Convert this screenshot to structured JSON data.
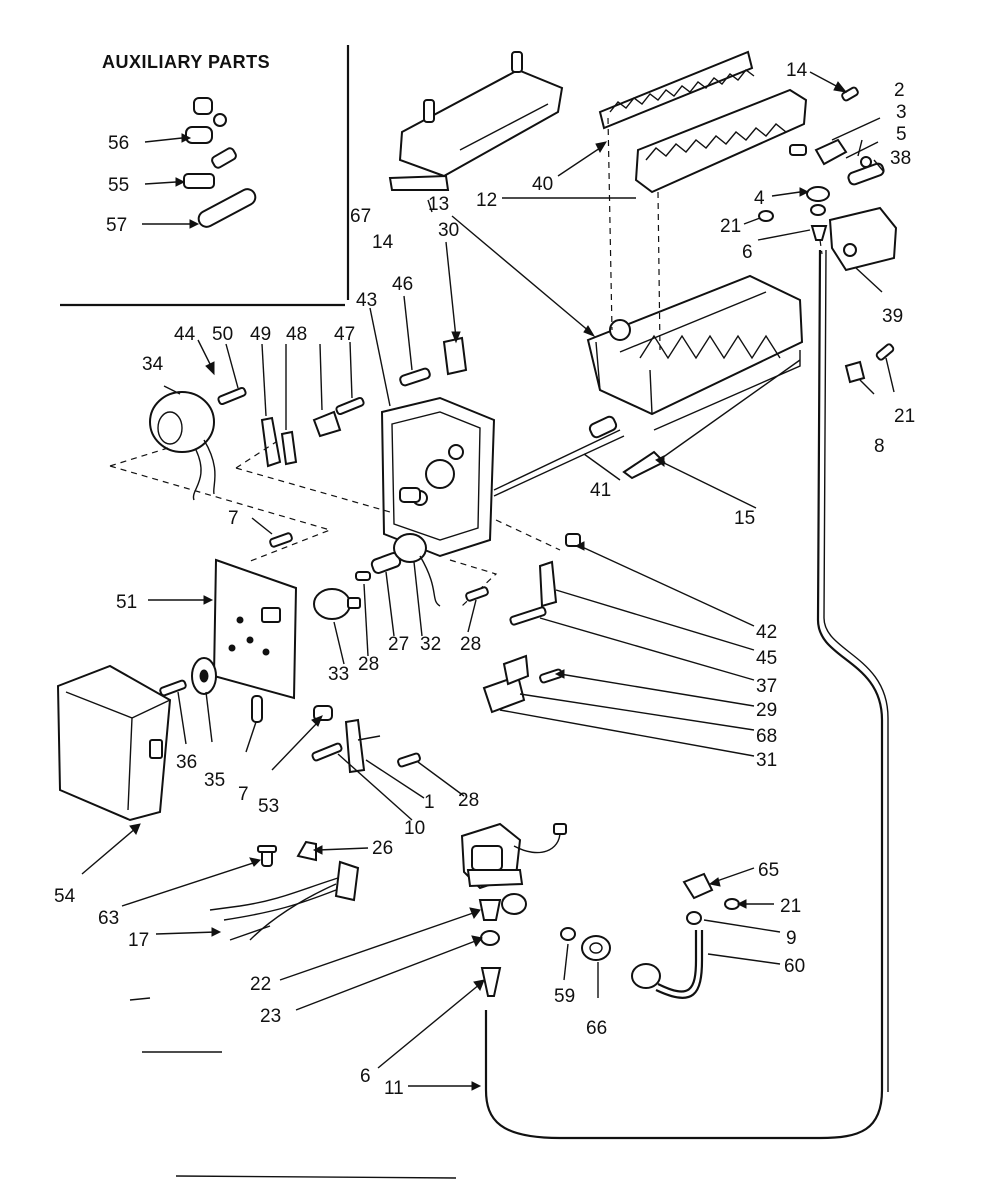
{
  "header": {
    "aux_title": "AUXILIARY PARTS"
  },
  "labels": {
    "l56": "56",
    "l55": "55",
    "l57": "57",
    "l14a": "14",
    "l2": "2",
    "l3": "3",
    "l5": "5",
    "l38": "38",
    "l40": "40",
    "l12": "12",
    "l4": "4",
    "l21a": "21",
    "l6a": "6",
    "l67": "67",
    "l14b": "14",
    "l30": "30",
    "l13": "13",
    "l39": "39",
    "l46": "46",
    "l43": "43",
    "l44": "44",
    "l50": "50",
    "l49": "49",
    "l48": "48",
    "l47": "47",
    "l34": "34",
    "l8": "8",
    "l21b": "21",
    "l41": "41",
    "l15": "15",
    "l7a": "7",
    "l51": "51",
    "l42": "42",
    "l45": "45",
    "l37": "37",
    "l29": "29",
    "l68": "68",
    "l31": "31",
    "l33": "33",
    "l28a": "28",
    "l27": "27",
    "l32": "32",
    "l28b": "28",
    "l36": "36",
    "l35": "35",
    "l7b": "7",
    "l53": "53",
    "l28c": "28",
    "l1": "1",
    "l10": "10",
    "l54": "54",
    "l26": "26",
    "l63": "63",
    "l17": "17",
    "l65": "65",
    "l21c": "21",
    "l9": "9",
    "l60": "60",
    "l22": "22",
    "l23": "23",
    "l59": "59",
    "l66": "66",
    "l6b": "6",
    "l11": "11"
  }
}
